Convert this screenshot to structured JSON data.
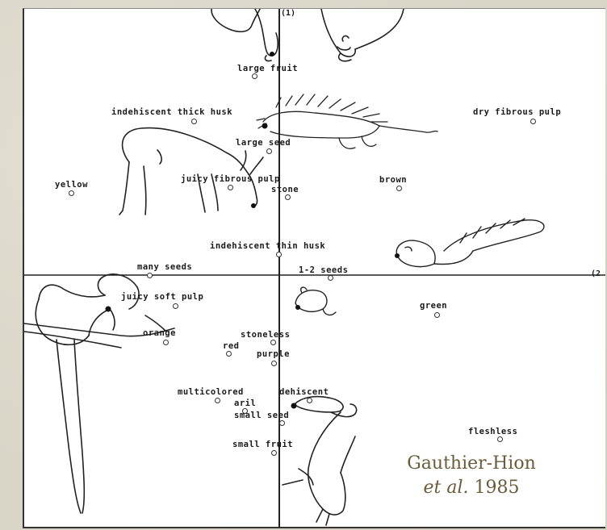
{
  "axes": {
    "axis1_label": "(1)",
    "axis2_label": "(2"
  },
  "traits": [
    {
      "key": "large_fruit",
      "label": "large fruit"
    },
    {
      "key": "indehiscent_thick_husk",
      "label": "indehiscent thick husk"
    },
    {
      "key": "dry_fibrous_pulp",
      "label": "dry fibrous pulp"
    },
    {
      "key": "large_seed",
      "label": "large seed"
    },
    {
      "key": "yellow",
      "label": "yellow"
    },
    {
      "key": "juicy_fibrous_pulp",
      "label": "juicy fibrous pulp"
    },
    {
      "key": "stone",
      "label": "stone"
    },
    {
      "key": "brown",
      "label": "brown"
    },
    {
      "key": "indehiscent_thin_husk",
      "label": "indehiscent thin husk"
    },
    {
      "key": "many_seeds",
      "label": "many seeds"
    },
    {
      "key": "one_two_seeds",
      "label": "1-2 seeds"
    },
    {
      "key": "juicy_soft_pulp",
      "label": "juicy soft pulp"
    },
    {
      "key": "green",
      "label": "green"
    },
    {
      "key": "orange",
      "label": "orange"
    },
    {
      "key": "stoneless",
      "label": "stoneless"
    },
    {
      "key": "red",
      "label": "red"
    },
    {
      "key": "purple",
      "label": "purple"
    },
    {
      "key": "multicolored",
      "label": "multicolored"
    },
    {
      "key": "dehiscent",
      "label": "dehiscent"
    },
    {
      "key": "aril",
      "label": "aril"
    },
    {
      "key": "small_seed",
      "label": "small seed"
    },
    {
      "key": "fleshless",
      "label": "fleshless"
    },
    {
      "key": "small_fruit",
      "label": "small fruit"
    }
  ],
  "animals": [
    "elephant-illustration",
    "porcupine-illustration",
    "duiker-illustration",
    "squirrel-illustration",
    "monkey-illustration",
    "rodent-illustration",
    "hornbill-illustration"
  ],
  "citation": {
    "line1": "Gauthier-Hion",
    "line2_italic": "et al.",
    "line2_year": " 1985"
  },
  "colors": {
    "citation": "#6b5b3a",
    "background": "#d9d5c7"
  }
}
